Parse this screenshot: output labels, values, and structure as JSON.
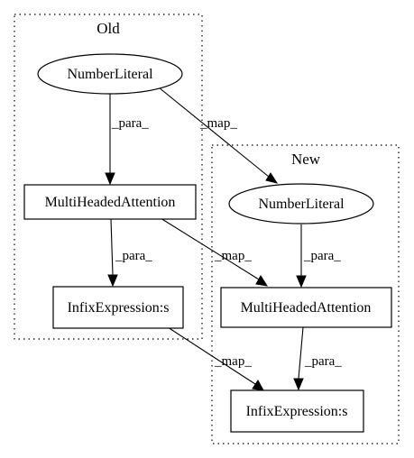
{
  "clusters": {
    "old": {
      "label": "Old"
    },
    "new": {
      "label": "New"
    }
  },
  "nodes": {
    "old_number_literal": {
      "label": "NumberLiteral"
    },
    "old_multi_headed_attention": {
      "label": "MultiHeadedAttention"
    },
    "old_infix_expression": {
      "label": "InfixExpression:s"
    },
    "new_number_literal": {
      "label": "NumberLiteral"
    },
    "new_multi_headed_attention": {
      "label": "MultiHeadedAttention"
    },
    "new_infix_expression": {
      "label": "InfixExpression:s"
    }
  },
  "edges": {
    "old_para_1": {
      "label": "_para_"
    },
    "old_para_2": {
      "label": "_para_"
    },
    "new_para_1": {
      "label": "_para_"
    },
    "new_para_2": {
      "label": "_para_"
    },
    "map_number_literal": {
      "label": "_map_"
    },
    "map_multi_headed_attention": {
      "label": "_map_"
    },
    "map_infix_expression": {
      "label": "_map_"
    }
  }
}
